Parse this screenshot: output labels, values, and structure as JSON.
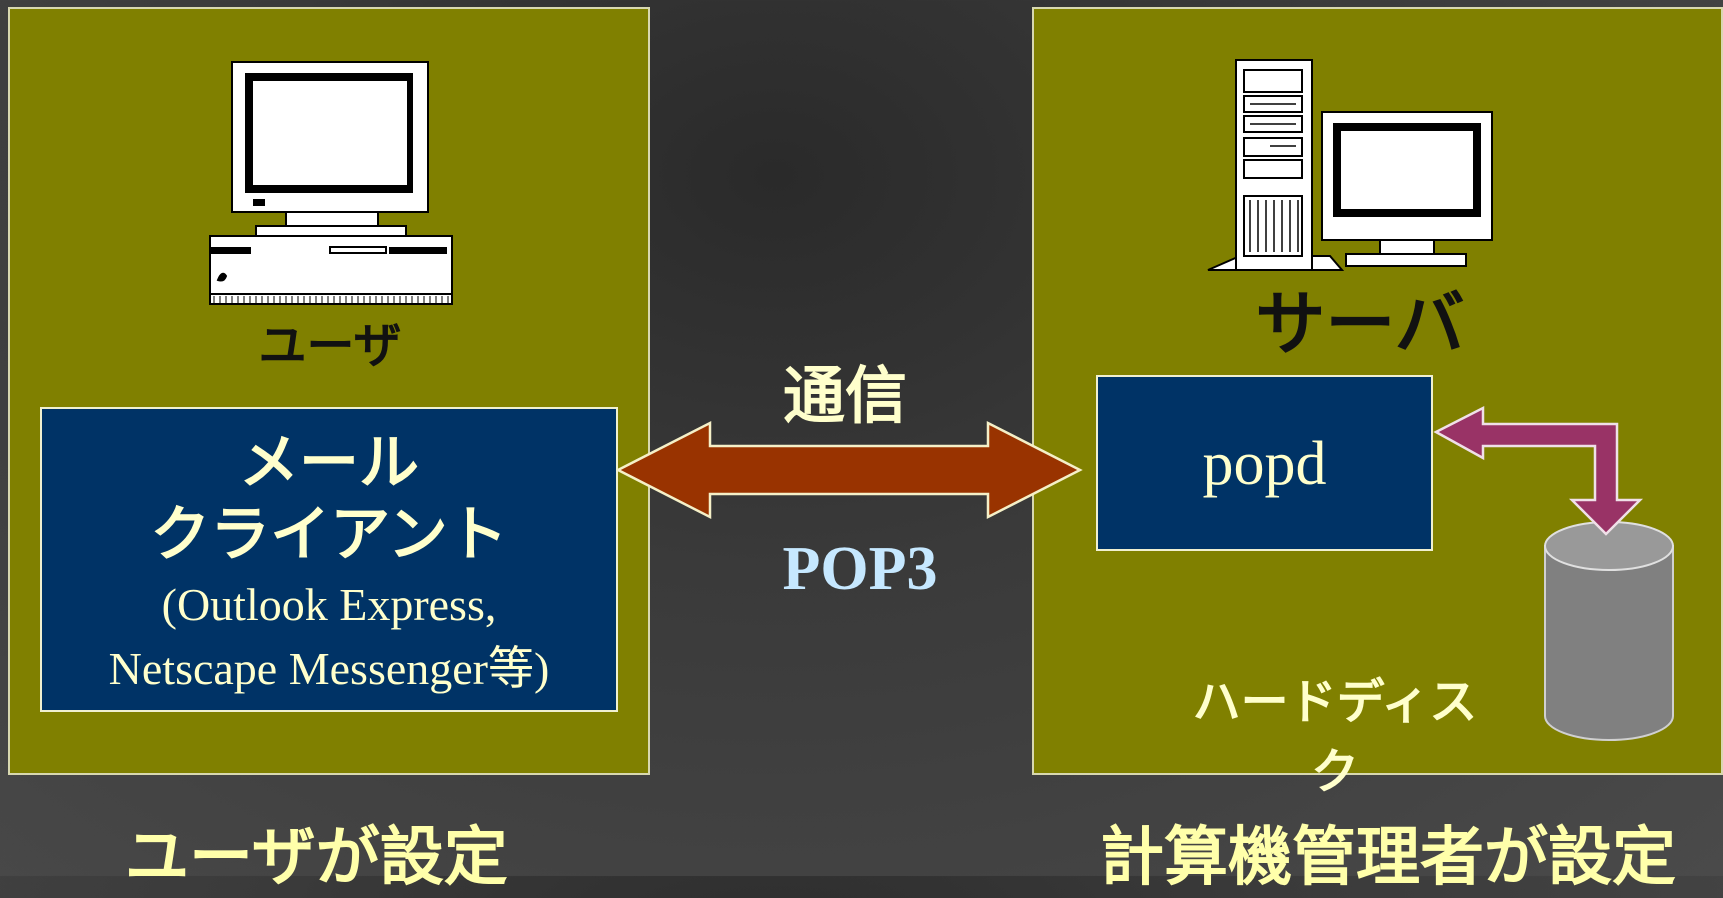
{
  "client": {
    "user_label": "ユーザ",
    "box_title_1": "メール",
    "box_title_2": "クライアント",
    "box_note_1": "(Outlook Express,",
    "box_note_2": "Netscape Messenger等)",
    "caption": "ユーザが設定"
  },
  "connection": {
    "label": "通信",
    "protocol": "POP3"
  },
  "server": {
    "label": "サーバ",
    "daemon": "popd",
    "storage_label": "ハードディスク",
    "caption": "計算機管理者が設定"
  },
  "colors": {
    "panel": "#808000",
    "box": "#003366",
    "connection_arrow": "#993300",
    "storage_arrow": "#993366",
    "text_light": "#ffffcc",
    "protocol_text": "#c6e8ff"
  },
  "icons": {
    "client": "desktop-computer-icon",
    "server": "tower-server-icon",
    "storage": "hard-disk-cylinder-icon"
  }
}
